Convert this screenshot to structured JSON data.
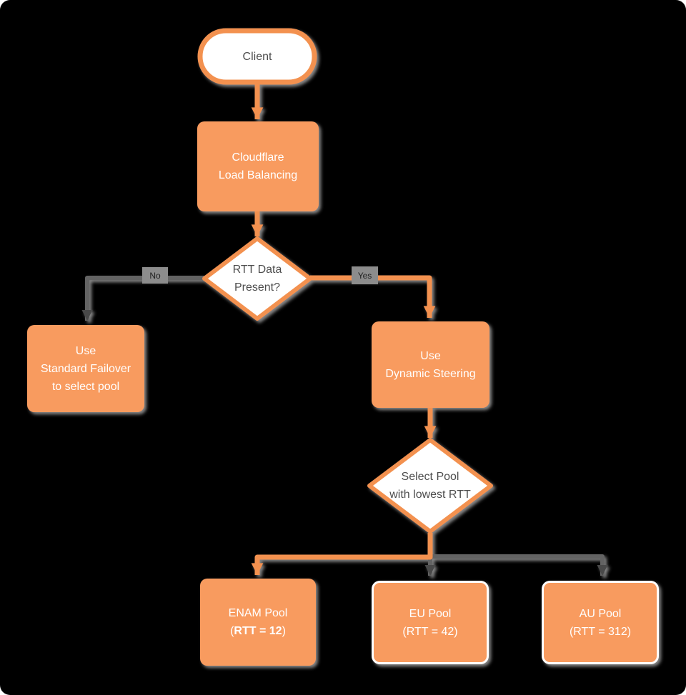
{
  "title": "Cloudflare Load Balancing flowchart",
  "colors": {
    "bg": "#000000",
    "orange_fill": "#f89b5e",
    "orange_stroke": "#f3914f",
    "white": "#ffffff",
    "text_dark": "#4d4d4d",
    "text_light": "#ffffff",
    "gray_line": "#636363",
    "gray_arrow": "#4a4a4a",
    "chip_bg": "#8c8c8c",
    "chip_text": "#1f1f1f",
    "shadow": "#a0a0a0"
  },
  "nodes": {
    "client": {
      "type": "terminator",
      "label": "Client"
    },
    "load_balancing": {
      "type": "process",
      "lines": [
        "Cloudflare",
        "Load Balancing"
      ]
    },
    "rtt_decision": {
      "type": "decision",
      "lines": [
        "RTT Data",
        "Present?"
      ]
    },
    "standard_failover": {
      "type": "process",
      "lines": [
        "Use",
        "Standard Failover",
        "to select pool"
      ]
    },
    "dynamic_steering": {
      "type": "process",
      "lines": [
        "Use",
        "Dynamic Steering"
      ]
    },
    "select_pool": {
      "type": "decision",
      "lines": [
        "Select Pool",
        "with lowest RTT"
      ]
    },
    "enam_pool": {
      "type": "process",
      "line1": "ENAM Pool",
      "rtt_open": "(",
      "rtt_bold": "RTT = 12",
      "rtt_close": ")"
    },
    "eu_pool": {
      "type": "process",
      "lines": [
        "EU Pool",
        "(RTT = 42)"
      ]
    },
    "au_pool": {
      "type": "process",
      "lines": [
        "AU Pool",
        "(RTT = 312)"
      ]
    }
  },
  "edges": [
    {
      "from": "client",
      "to": "load_balancing",
      "label": "",
      "color": "orange"
    },
    {
      "from": "load_balancing",
      "to": "rtt_decision",
      "label": "",
      "color": "orange"
    },
    {
      "from": "rtt_decision",
      "to": "standard_failover",
      "label": "No",
      "color": "gray"
    },
    {
      "from": "rtt_decision",
      "to": "dynamic_steering",
      "label": "Yes",
      "color": "orange"
    },
    {
      "from": "dynamic_steering",
      "to": "select_pool",
      "label": "",
      "color": "orange"
    },
    {
      "from": "select_pool",
      "to": "enam_pool",
      "label": "",
      "color": "orange"
    },
    {
      "from": "select_pool",
      "to": "eu_pool",
      "label": "",
      "color": "gray"
    },
    {
      "from": "select_pool",
      "to": "au_pool",
      "label": "",
      "color": "gray"
    }
  ]
}
